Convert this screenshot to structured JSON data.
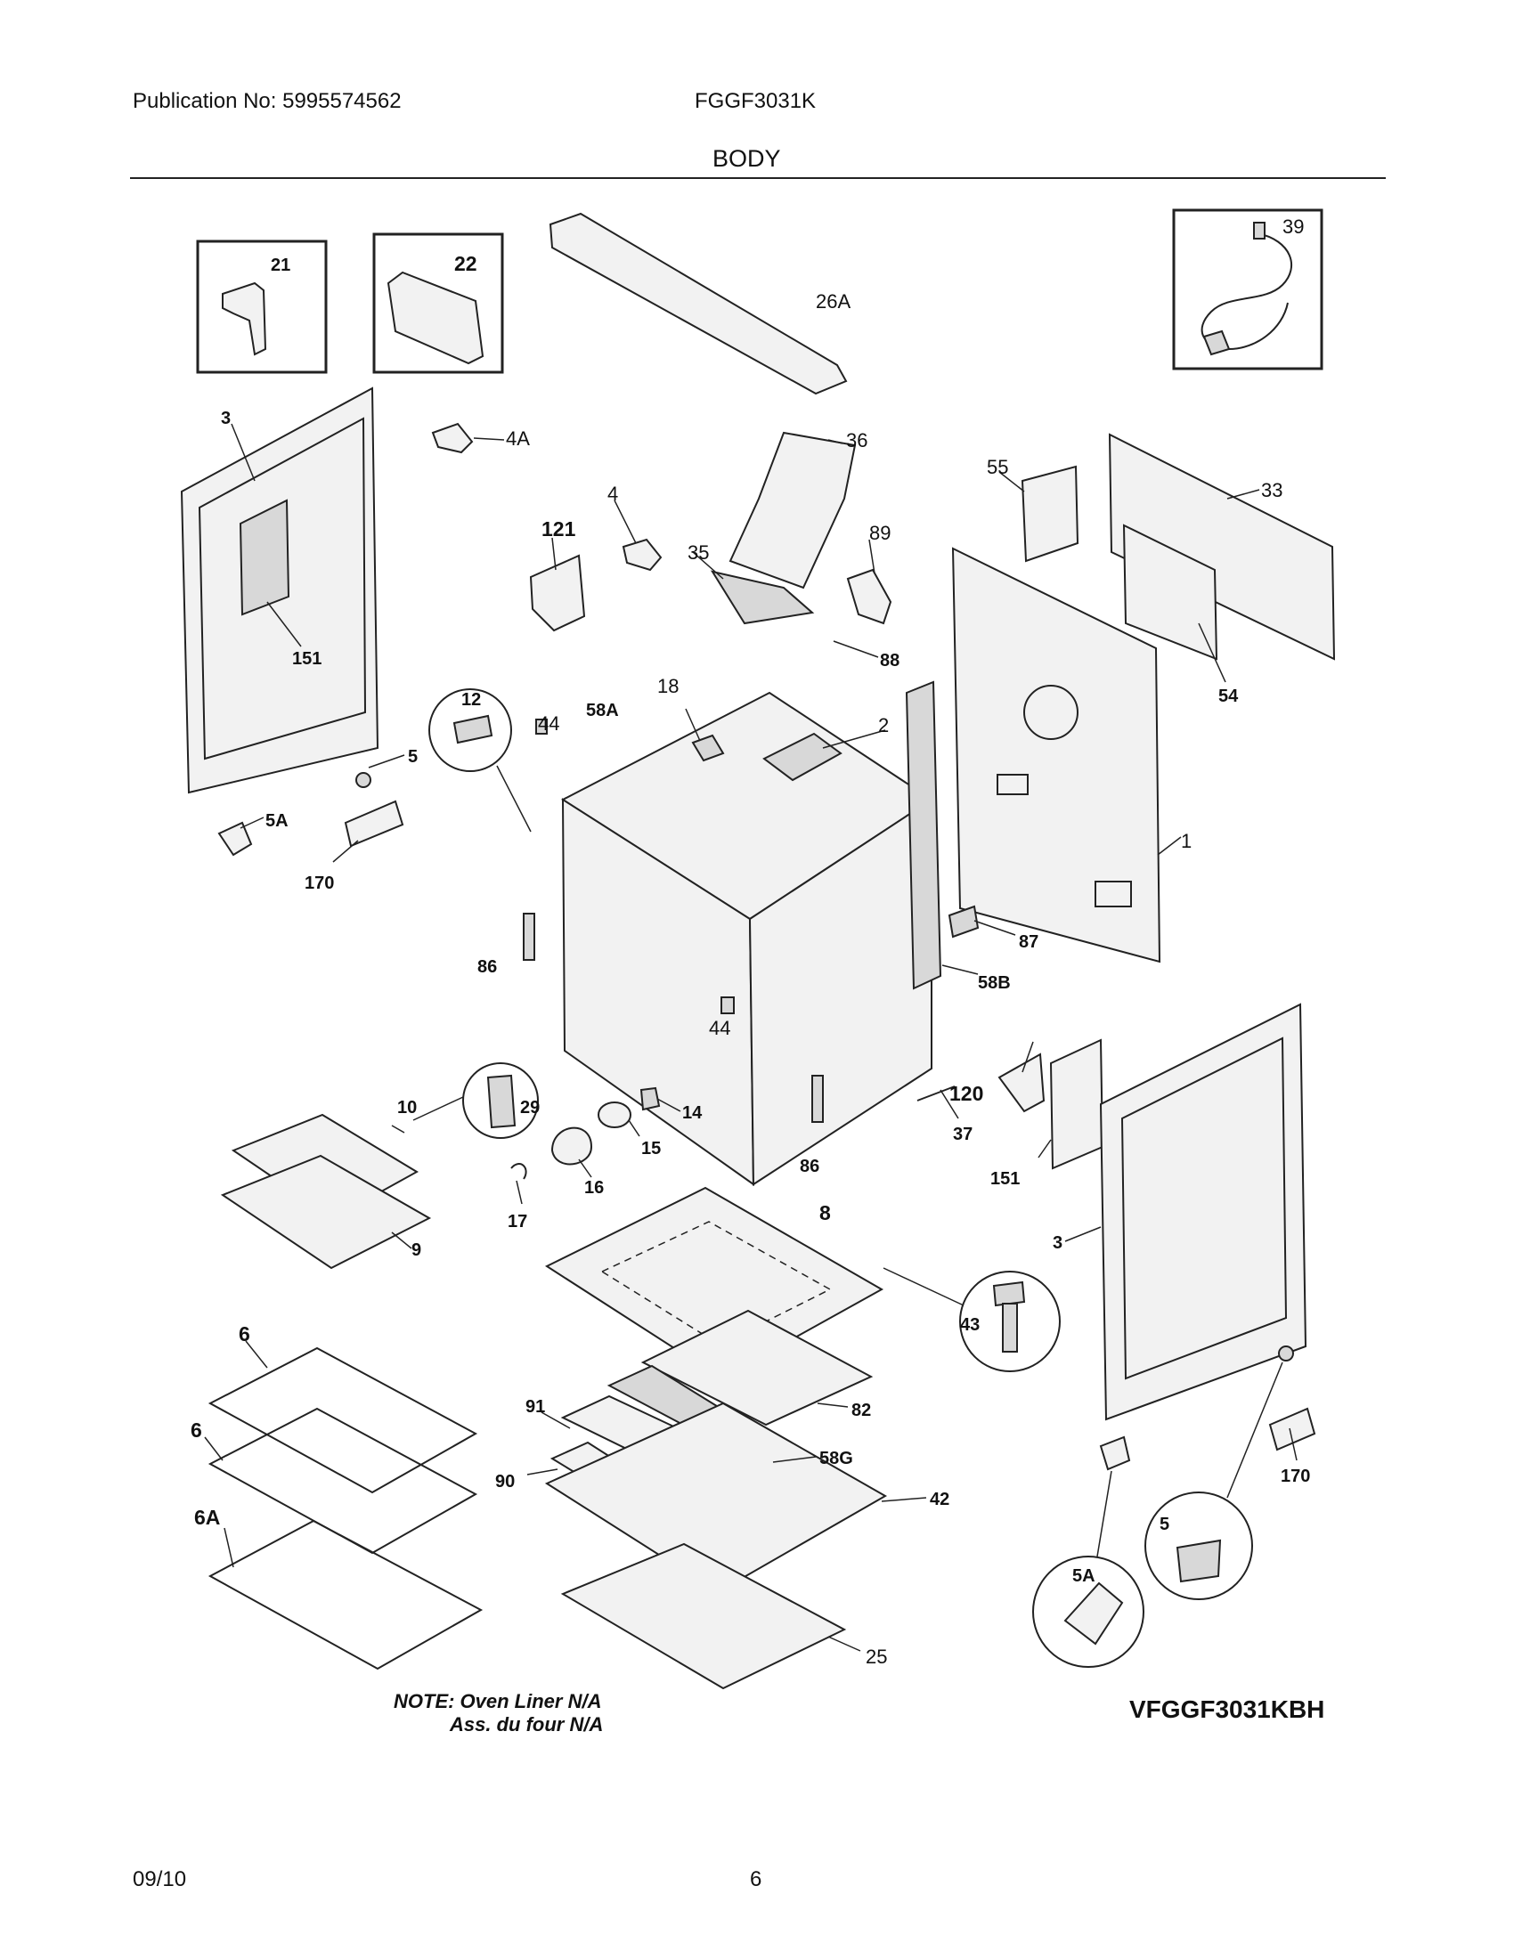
{
  "header": {
    "publication": "Publication No: 5995574562",
    "model": "FGGF3031K",
    "section": "BODY"
  },
  "footer": {
    "note_line1": "NOTE: Oven Liner N/A",
    "note_line2": "Ass. du four N/A",
    "diagram_code": "VFGGF3031KBH",
    "date": "09/10",
    "page": "6"
  },
  "parts": {
    "p21": "21",
    "p22": "22",
    "p26A": "26A",
    "p39": "39",
    "p3_left": "3",
    "p4A": "4A",
    "p36": "36",
    "p55": "55",
    "p33": "33",
    "p4": "4",
    "p121": "121",
    "p35": "35",
    "p89": "89",
    "p151_left": "151",
    "p88": "88",
    "p54": "54",
    "p12": "12",
    "p44_top": "44",
    "p58A": "58A",
    "p18": "18",
    "p2": "2",
    "p5_left": "5",
    "p5A_left": "5A",
    "p170_left": "170",
    "p1": "1",
    "p86_left": "86",
    "p87": "87",
    "p58B": "58B",
    "p44_mid": "44",
    "p10": "10",
    "p29": "29",
    "p14": "14",
    "p15": "15",
    "p120": "120",
    "p16": "16",
    "p86_right": "86",
    "p37": "37",
    "p151_right": "151",
    "p9": "9",
    "p17": "17",
    "p8": "8",
    "p3_right": "3",
    "p43": "43",
    "p6_top": "6",
    "p91": "91",
    "p82": "82",
    "p6_mid": "6",
    "p58G": "58G",
    "p90": "90",
    "p42": "42",
    "p170_right": "170",
    "p6A": "6A",
    "p5_right": "5",
    "p5A_right": "5A",
    "p25": "25"
  }
}
